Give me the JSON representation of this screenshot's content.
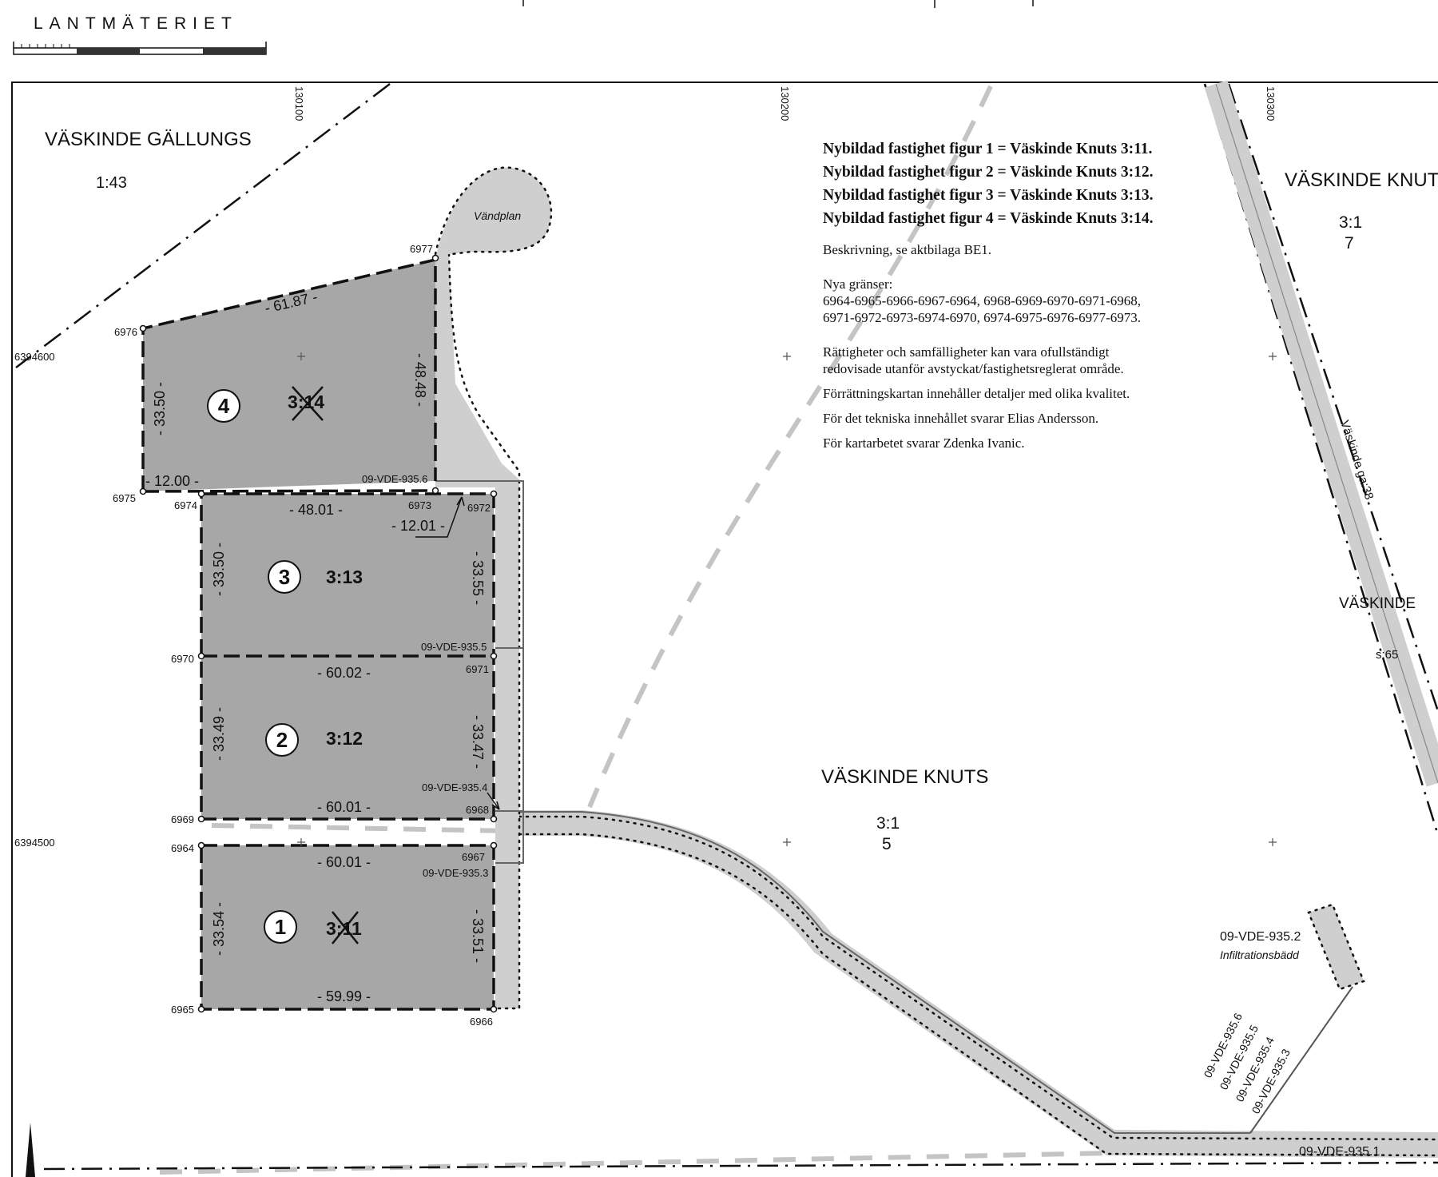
{
  "logo": {
    "text": "LANTMÄTERIET"
  },
  "grid": {
    "x_labels": [
      "130100",
      "130200",
      "130300"
    ],
    "y_labels": [
      "6394600",
      "6394500"
    ]
  },
  "areas": {
    "gallungs_name": "VÄSKINDE GÄLLUNGS",
    "gallungs_num": "1:43",
    "knuts_ne_name": "VÄSKINDE KNUTS",
    "knuts_ne_num_a": "3:1",
    "knuts_ne_num_b": "7",
    "knuts_center_name": "VÄSKINDE KNUTS",
    "knuts_center_num_a": "3:1",
    "knuts_center_num_b": "5",
    "vaskinde_label": "VÄSKINDE",
    "road_sign": "s:65",
    "road_name": "Väskinde ga:38",
    "turnaround": "Vändplan",
    "infiltration_id": "09-VDE-935.2",
    "infiltration_name": "Infiltrationsbädd"
  },
  "figures": [
    {
      "num": "4",
      "prop": "3:14"
    },
    {
      "num": "3",
      "prop": "3:13"
    },
    {
      "num": "2",
      "prop": "3:12"
    },
    {
      "num": "1",
      "prop": "3:11"
    }
  ],
  "dimensions": {
    "f4_top": "- 61.87 -",
    "f4_left": "- 33.50 -",
    "f4_right": "- 48.48 -",
    "f4_bottom": "- 12.00 -",
    "f3_top": "- 48.01 -",
    "f3_extra": "- 12.01 -",
    "f3_left": "- 33.50 -",
    "f3_right": "- 33.55 -",
    "f2_top": "- 60.02 -",
    "f2_left": "- 33.49 -",
    "f2_right": "- 33.47 -",
    "f2_bottom": "- 60.01 -",
    "f1_top": "- 60.01 -",
    "f1_left": "- 33.54 -",
    "f1_right": "- 33.51 -",
    "f1_bottom": "- 59.99 -"
  },
  "points": {
    "p6977": "6977",
    "p6976": "6976",
    "p6975": "6975",
    "p6974": "6974",
    "p6973": "6973",
    "p6972": "6972",
    "p6970": "6970",
    "p6971": "6971",
    "p6969": "6969",
    "p6968": "6968",
    "p6964": "6964",
    "p6967": "6967",
    "p6965": "6965",
    "p6966": "6966"
  },
  "pipes": {
    "v6": "09-VDE-935.6",
    "v5": "09-VDE-935.5",
    "v4": "09-VDE-935.4",
    "v3": "09-VDE-935.3",
    "v1": "09-VDE-935.1",
    "stack": [
      "09-VDE-935.6",
      "09-VDE-935.5",
      "09-VDE-935.4",
      "09-VDE-935.3"
    ]
  },
  "notes": {
    "bold": [
      "Nybildad fastighet figur 1 = Väskinde Knuts 3:11.",
      "Nybildad fastighet figur 2 = Väskinde Knuts 3:12.",
      "Nybildad fastighet figur 3 = Väskinde Knuts 3:13.",
      "Nybildad fastighet figur 4 = Väskinde Knuts 3:14."
    ],
    "beskrivning": "Beskrivning, se aktbilaga BE1.",
    "nya_title": "Nya gränser:",
    "nya_line1": "6964-6965-6966-6967-6964, 6968-6969-6970-6971-6968,",
    "nya_line2": "6971-6972-6973-6974-6970, 6974-6975-6976-6977-6973.",
    "ratt_line1": "Rättigheter och samfälligheter kan vara ofullständigt",
    "ratt_line2": "redovisade utanför avstyckat/fastighetsreglerat område.",
    "forr": "Förrättningskartan innehåller detaljer med olika kvalitet.",
    "tekn": "För det tekniska innehållet svarar Elias Andersson.",
    "kart": "För kartarbetet svarar Zdenka Ivanic."
  },
  "colors": {
    "parcel_fill": "#a7a7a7",
    "road_fill": "#cfcfcf",
    "line": "#111111"
  }
}
